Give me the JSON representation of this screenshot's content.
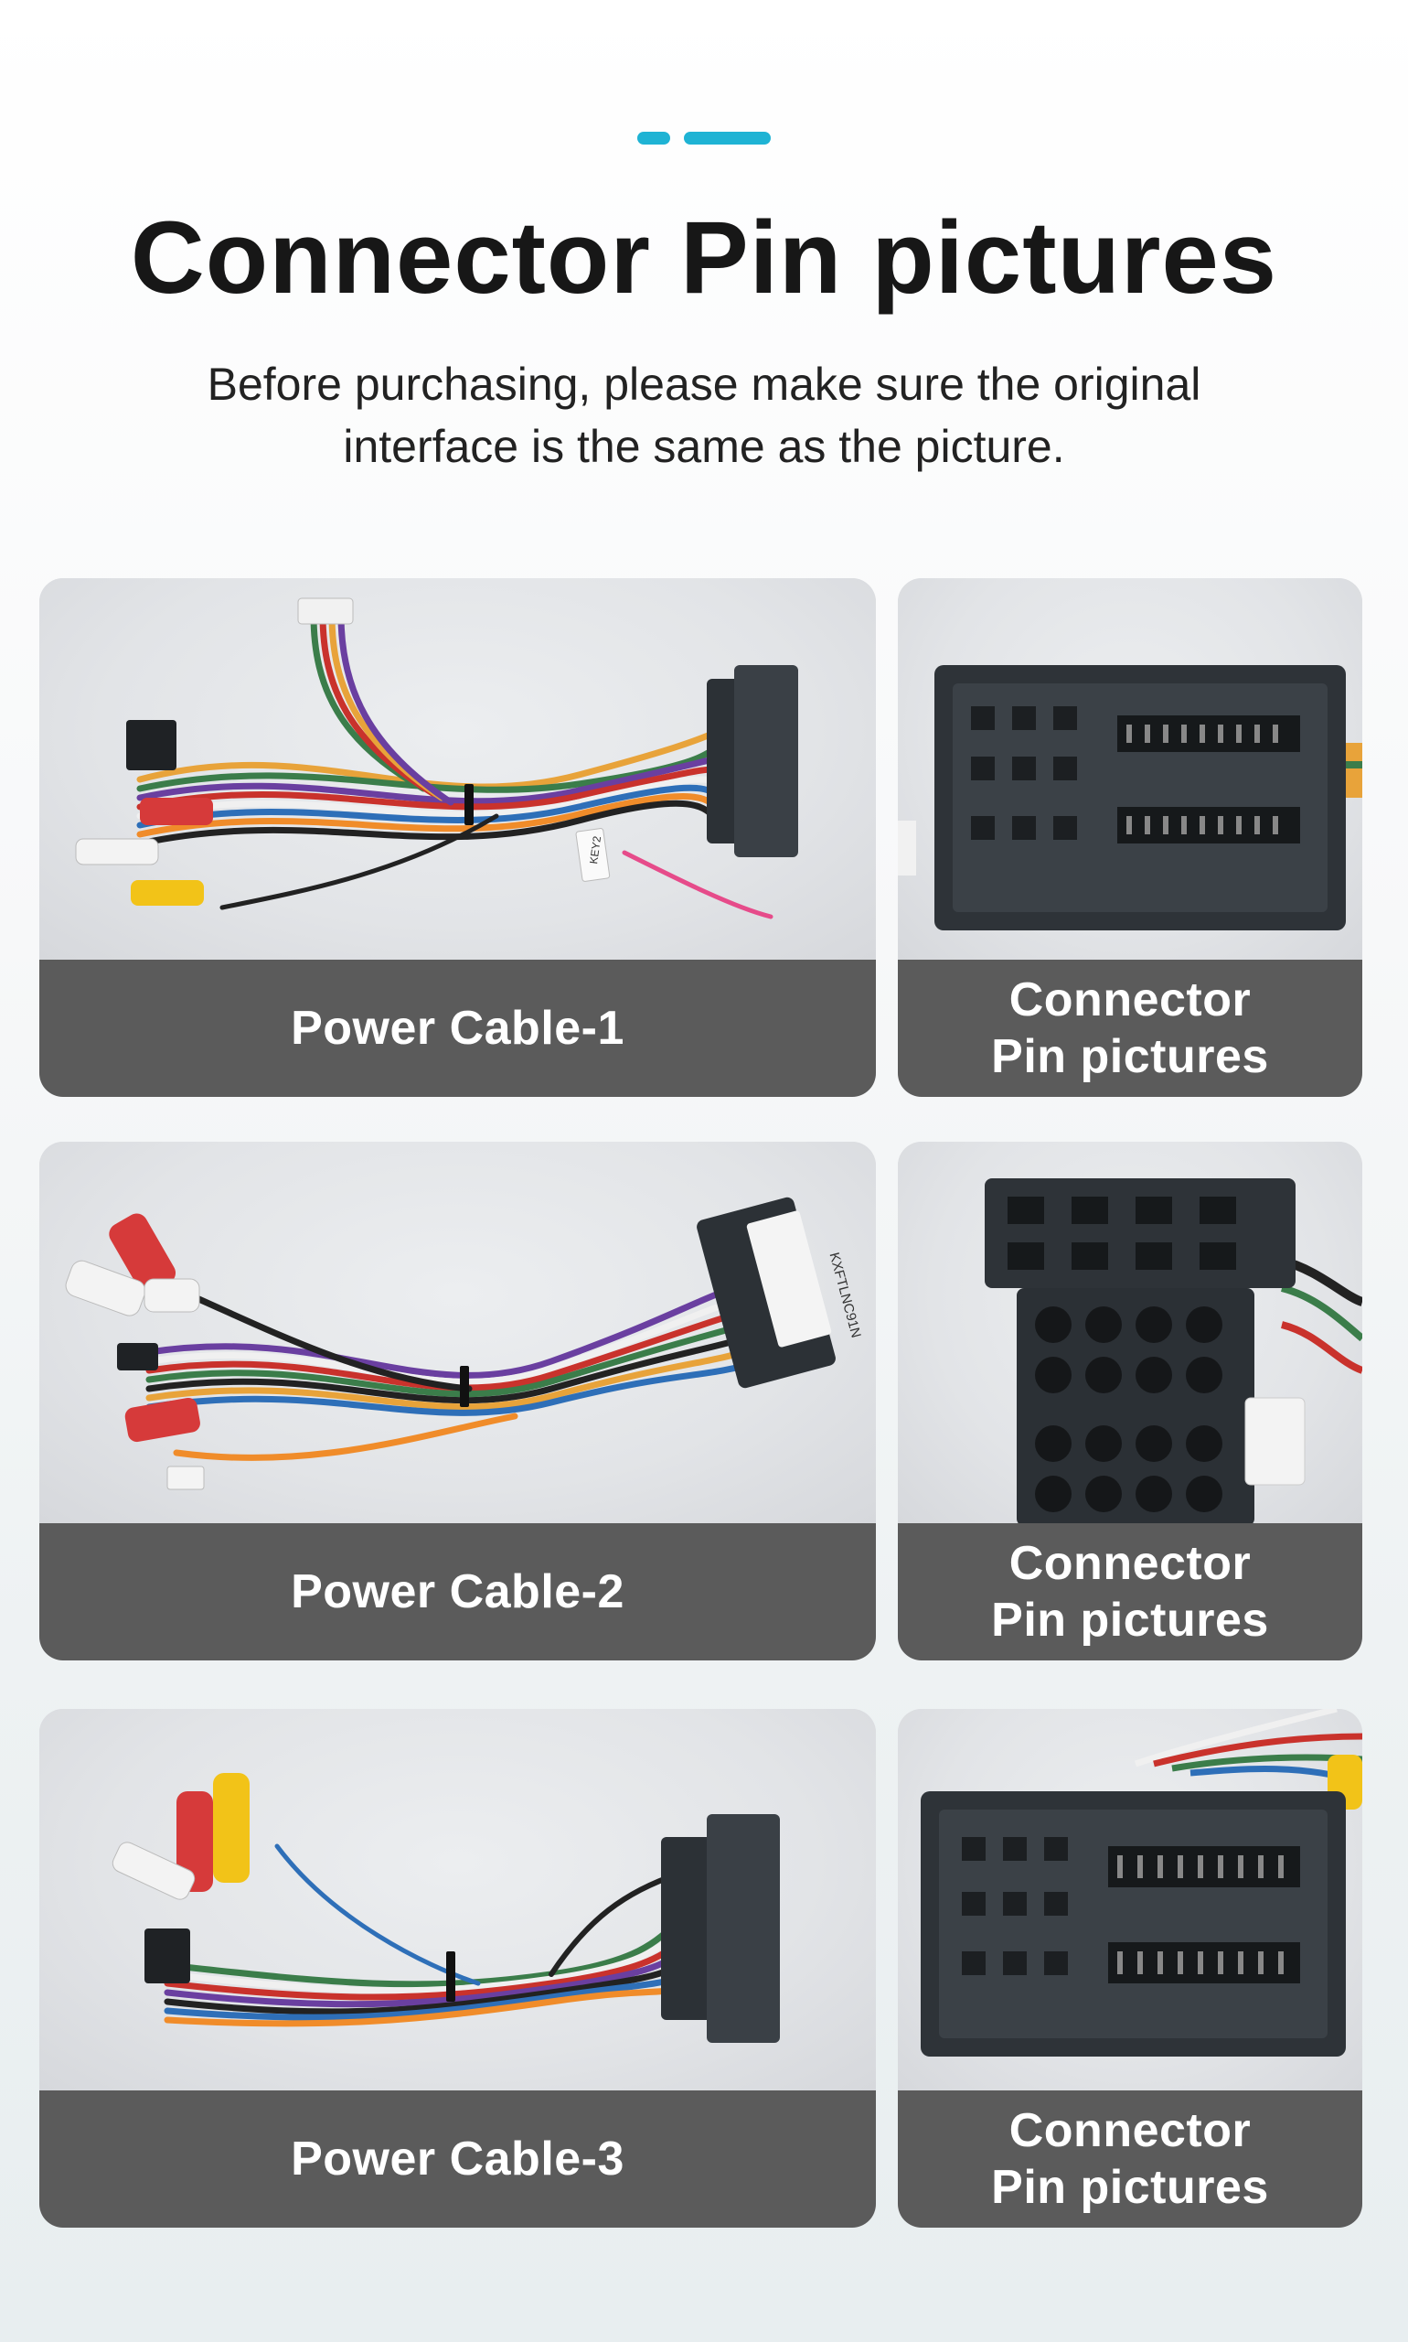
{
  "colors": {
    "accent": "#1fb3d4",
    "label_bar": "#5b5b5b",
    "connector": "#2e3338"
  },
  "header": {
    "title": "Connector Pin pictures",
    "subtitle_line1": "Before purchasing, please make sure the original",
    "subtitle_line2": "interface is the same as the picture."
  },
  "rows": [
    {
      "cable_label": "Power Cable-1",
      "pin_label_line1": "Connector",
      "pin_label_line2": "Pin pictures",
      "tag_text": "KEY2"
    },
    {
      "cable_label": "Power Cable-2",
      "pin_label_line1": "Connector",
      "pin_label_line2": "Pin pictures",
      "tag_text": "KXFTLNC91N"
    },
    {
      "cable_label": "Power Cable-3",
      "pin_label_line1": "Connector",
      "pin_label_line2": "Pin pictures"
    }
  ]
}
